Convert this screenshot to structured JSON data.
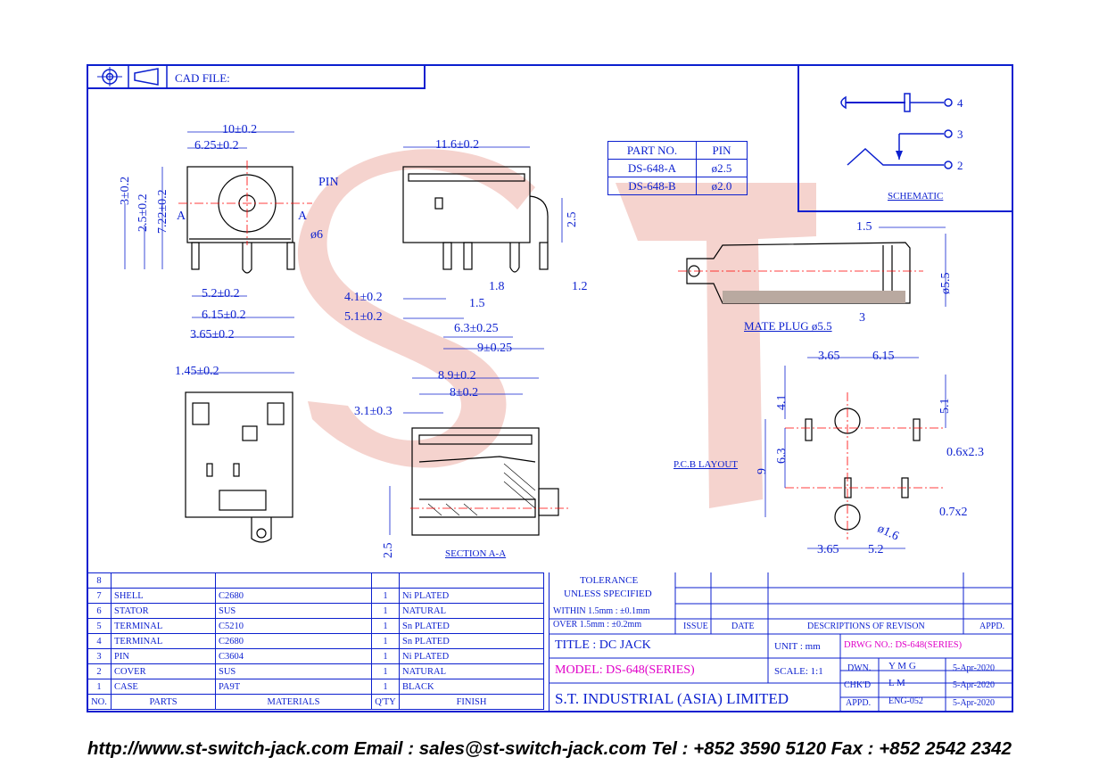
{
  "colors": {
    "line": "#0b1fcf",
    "highlight": "#e000c8",
    "center": "#ff0000",
    "watermark": "#f3cbc6"
  },
  "header": {
    "cad_file": "CAD FILE:"
  },
  "watermark": {
    "text": "ST"
  },
  "pin_table": {
    "headers": [
      "PART NO.",
      "PIN"
    ],
    "rows": [
      [
        "DS-648-A",
        "ø2.5"
      ],
      [
        "DS-648-B",
        "ø2.0"
      ]
    ]
  },
  "schematic": {
    "title": "SCHEMATIC",
    "pins": [
      "4",
      "3",
      "2"
    ]
  },
  "views": {
    "front": {
      "dims": [
        "10±0.2",
        "6.25±0.2",
        "3±0.2",
        "2.5±0.2",
        "7.22±0.2",
        "5.2±0.2",
        "6.15±0.2",
        "3.65±0.2"
      ],
      "pin_label": "PIN",
      "diameter": "ø6",
      "section_marks": [
        "A",
        "A"
      ]
    },
    "side": {
      "dims": [
        "11.6±0.2",
        "2.5",
        "1.8",
        "1.2",
        "4.1±0.2",
        "5.1±0.2",
        "1.5",
        "6.3±0.25",
        "9±0.25"
      ]
    },
    "bottom": {
      "dims": [
        "1.45±0.2"
      ]
    },
    "section": {
      "title": "SECTION A-A",
      "dims": [
        "8.9±0.2",
        "8±0.2",
        "3.1±0.3",
        "2.5"
      ]
    },
    "plug": {
      "title": "MATE PLUG ø5.5",
      "dims": [
        "1.5",
        "ø5.5",
        "3"
      ]
    },
    "pcb": {
      "title": "P.C.B LAYOUT",
      "dims": [
        "3.65",
        "6.15",
        "4.1",
        "5.1",
        "6.3",
        "9",
        "3.65",
        "5.2"
      ],
      "notes": [
        "0.6x2.3",
        "0.7x2",
        "ø1.6"
      ]
    }
  },
  "bom": {
    "rows": [
      {
        "no": "8",
        "part": "",
        "material": "",
        "qty": "",
        "finish": ""
      },
      {
        "no": "7",
        "part": "SHELL",
        "material": "C2680",
        "qty": "1",
        "finish": "Ni PLATED"
      },
      {
        "no": "6",
        "part": "STATOR",
        "material": "SUS",
        "qty": "1",
        "finish": "NATURAL"
      },
      {
        "no": "5",
        "part": "TERMINAL",
        "material": "C5210",
        "qty": "1",
        "finish": "Sn PLATED"
      },
      {
        "no": "4",
        "part": "TERMINAL",
        "material": "C2680",
        "qty": "1",
        "finish": "Sn PLATED"
      },
      {
        "no": "3",
        "part": "PIN",
        "material": "C3604",
        "qty": "1",
        "finish": "Ni PLATED"
      },
      {
        "no": "2",
        "part": "COVER",
        "material": "SUS",
        "qty": "1",
        "finish": "NATURAL"
      },
      {
        "no": "1",
        "part": "CASE",
        "material": "PA9T",
        "qty": "1",
        "finish": "BLACK"
      }
    ],
    "headers": {
      "no": "NO.",
      "part": "PARTS",
      "material": "MATERIALS",
      "qty": "Q'TY",
      "finish": "FINISH"
    }
  },
  "title_block": {
    "tolerance_1": "TOLERANCE",
    "tolerance_2": "UNLESS   SPECIFIED",
    "within": "WITHIN  1.5mm : ±0.1mm",
    "over": "OVER    1.5mm : ±0.2mm",
    "issue": "ISSUE",
    "date": "DATE",
    "descriptions": "DESCRIPTIONS  OF  REVISON",
    "appd": "APPD.",
    "title": "TITLE : DC JACK",
    "unit": "UNIT :   mm",
    "drawing_no": "DRWG NO.: DS-648(SERIES)",
    "model": "MODEL: DS-648(SERIES)",
    "scale": "SCALE:   1:1",
    "company": "S.T.  INDUSTRIAL  (ASIA)  LIMITED",
    "dwn_label": "DWN.",
    "dwn_name": "Y M G",
    "dwn_date": "5-Apr-2020",
    "chkd_label": "CHK'D",
    "chkd_name": "L M",
    "chkd_date": "5-Apr-2020",
    "appd_label": "APPD.",
    "appd_name": "ENG-052",
    "appd_date": "5-Apr-2020"
  },
  "footer": {
    "text": "http://www.st-switch-jack.com  Email : sales@st-switch-jack.com  Tel : +852 3590 5120  Fax : +852 2542 2342"
  }
}
